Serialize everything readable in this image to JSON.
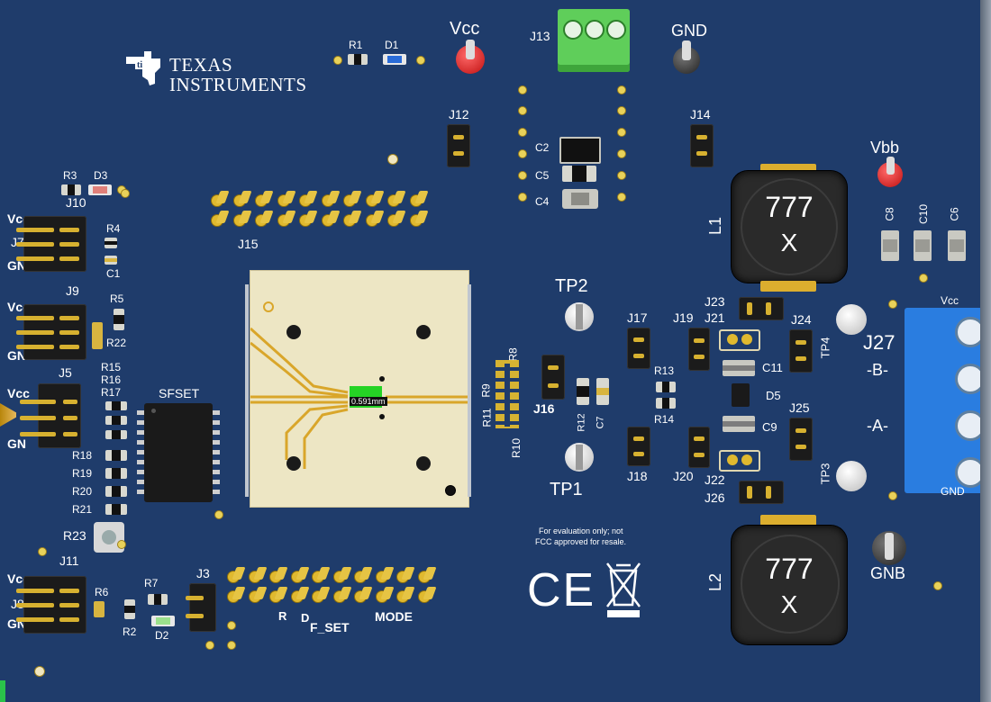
{
  "brand": {
    "line1": "Texas",
    "line2": "Instruments",
    "logo_icon": "ti-logo-icon"
  },
  "silkscreen": {
    "vcc_top": "Vcc",
    "gnd_top": "GND",
    "vbb": "Vbb",
    "gnb": "GNB",
    "j13": "J13",
    "j12": "J12",
    "j14": "J14",
    "j15": "J15",
    "j10": "J10",
    "j9": "J9",
    "j5": "J5",
    "j11": "J11",
    "j3": "J3",
    "j7": "J7",
    "j8": "J8",
    "j17": "J17",
    "j18": "J18",
    "j19": "J19",
    "j20": "J20",
    "j21": "J21",
    "j22": "J22",
    "j23": "J23",
    "j24": "J24",
    "j25": "J25",
    "j26": "J26",
    "j27": "J27",
    "j16": "J16",
    "r1": "R1",
    "d1": "D1",
    "r3": "R3",
    "d3": "D3",
    "r4": "R4",
    "c1": "C1",
    "r5": "R5",
    "r22": "R22",
    "r15": "R15",
    "r16": "R16",
    "r17": "R17",
    "r18": "R18",
    "r19": "R19",
    "r20": "R20",
    "r21": "R21",
    "r23": "R23",
    "r6": "R6",
    "r7": "R7",
    "r2": "R2",
    "d2": "D2",
    "c2": "C2",
    "c5": "C5",
    "c4": "C4",
    "c8": "C8",
    "c10": "C10",
    "c6": "C6",
    "r8": "R8",
    "r9": "R9",
    "r11": "R11",
    "r10": "R10",
    "r12": "R12",
    "c7": "C7",
    "r13": "R13",
    "r14": "R14",
    "c11": "C11",
    "d5": "D5",
    "c9": "C9",
    "tp1": "TP1",
    "tp2": "TP2",
    "tp3": "TP3",
    "tp4": "TP4",
    "l1": "L1",
    "l2": "L2",
    "sfset": "SFSET",
    "r_label": "R",
    "d_label": "D",
    "f_set": "F_SET",
    "mode": "MODE",
    "vcc_left_1": "Vcc",
    "gnd_left_1": "GN",
    "vcc_left_2": "Vcc",
    "gnd_left_2": "GN",
    "vcc_left_3": "Vcc",
    "gnd_left_3": "GN",
    "vcc_left_4": "Vcc",
    "gnd_left_4": "GN",
    "vcc_right": "Vcc",
    "gnd_right": "GND",
    "b_label": "-B-",
    "a_label": "-A-"
  },
  "inductor_codes": {
    "l1_top": "777",
    "l1_bottom": "X",
    "l2_top": "777",
    "l2_bottom": "X"
  },
  "measurement": {
    "value": "0.591mm"
  },
  "notice": {
    "line1": "For evaluation only; not",
    "line2": "FCC approved for resale."
  },
  "marks": {
    "ce": "CE",
    "weee_icon": "weee-bin-icon"
  },
  "colors": {
    "board": "#1f3c6b",
    "silkscreen": "#ffffff",
    "copper_pad": "#e0b92f",
    "terminal_block": "#2a7de0",
    "green_connector": "#5fce5a",
    "red_testpoint": "#e02020"
  }
}
